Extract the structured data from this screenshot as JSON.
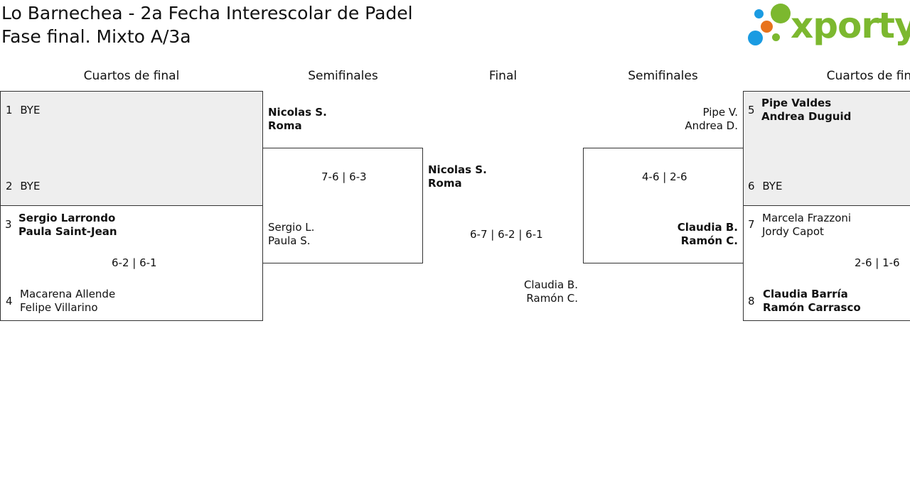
{
  "header": {
    "title_line1": "Lo Barnechea - 2a Fecha Interescolar de Padel",
    "title_line2": "Fase final. Mixto A/3a"
  },
  "logo": {
    "word": "xporty",
    "colors": {
      "green": "#7cb82f",
      "blue": "#1a9be2",
      "orange": "#e8731c"
    }
  },
  "rounds": {
    "left_qf": "Cuartos de final",
    "left_sf": "Semifinales",
    "final": "Final",
    "right_sf": "Semifinales",
    "right_qf": "Cuartos de final"
  },
  "left_qf": {
    "match1": {
      "top": {
        "seed": "1",
        "line1": "BYE"
      },
      "bottom": {
        "seed": "2",
        "line1": "BYE"
      }
    },
    "match2": {
      "top": {
        "seed": "3",
        "line1": "Sergio Larrondo",
        "line2": "Paula Saint-Jean"
      },
      "score": "6-2 | 6-1",
      "bottom": {
        "seed": "4",
        "line1": "Macarena Allende",
        "line2": "Felipe Villarino"
      }
    }
  },
  "left_sf": {
    "top": {
      "line1": "Nicolas S.",
      "line2": "Roma"
    },
    "score": "7-6 | 6-3",
    "bottom": {
      "line1": "Sergio L.",
      "line2": "Paula S."
    }
  },
  "final": {
    "top": {
      "line1": "Nicolas S.",
      "line2": "Roma"
    },
    "score": "6-7 | 6-2 | 6-1",
    "bottom": {
      "line1": "Claudia B.",
      "line2": "Ramón C."
    }
  },
  "right_sf": {
    "top": {
      "line1": "Pipe V.",
      "line2": "Andrea D."
    },
    "score": "4-6 | 2-6",
    "bottom": {
      "line1": "Claudia B.",
      "line2": "Ramón C."
    }
  },
  "right_qf": {
    "match1": {
      "top": {
        "seed": "5",
        "line1": "Pipe Valdes",
        "line2": "Andrea Duguid"
      },
      "bottom": {
        "seed": "6",
        "line1": "BYE"
      }
    },
    "match2": {
      "top": {
        "seed": "7",
        "line1": "Marcela Frazzoni",
        "line2": "Jordy Capot"
      },
      "score": "2-6 | 1-6",
      "bottom": {
        "seed": "8",
        "line1": "Claudia Barría",
        "line2": "Ramón Carrasco"
      }
    }
  }
}
